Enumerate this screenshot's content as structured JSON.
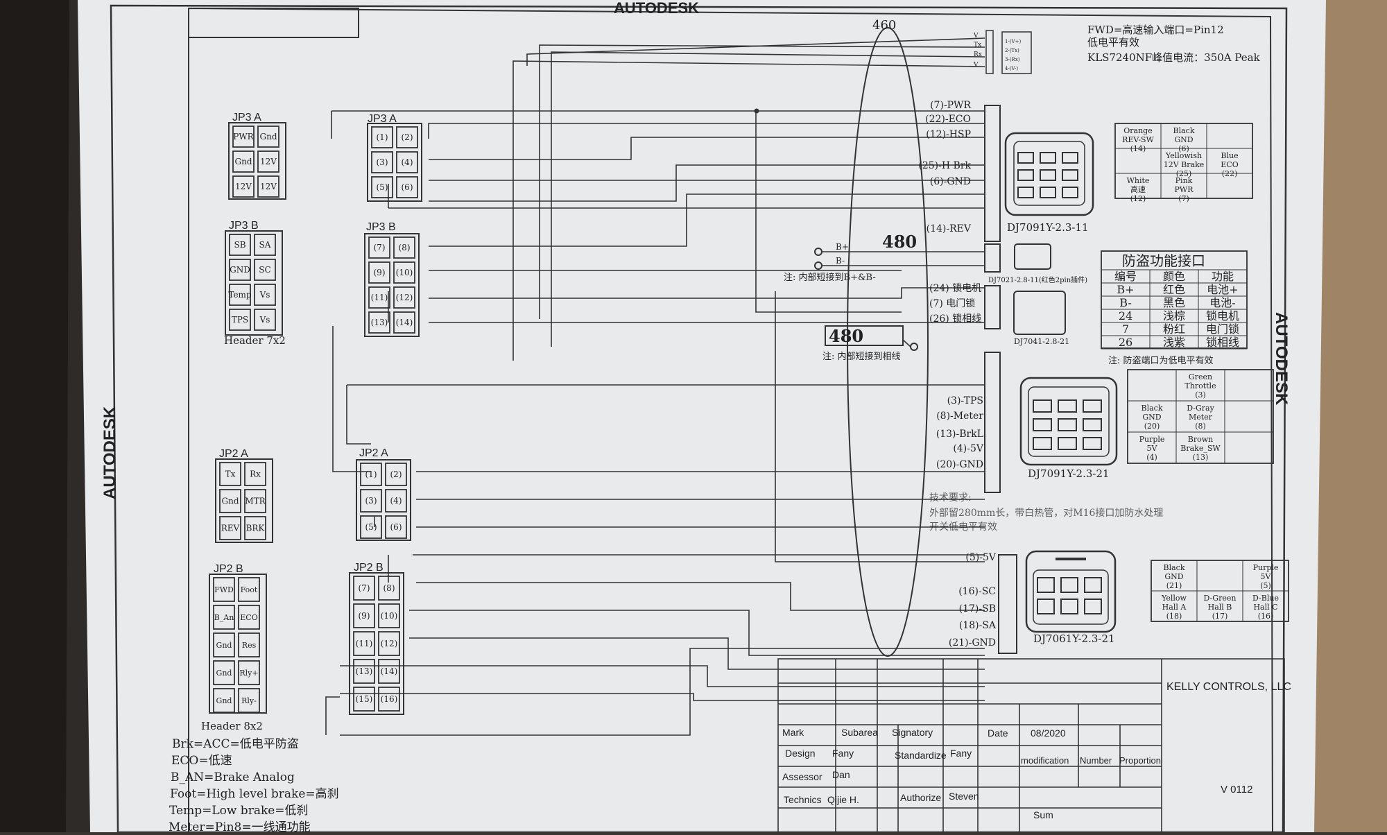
{
  "watermark": {
    "top": "AUTODESK",
    "left": "AUTODESK",
    "right": "AUTODESK"
  },
  "header_notes": {
    "line1": "FWD=高速输入端口=Pin12",
    "line2": "低电平有效",
    "line3": "KLS7240NF峰值电流：350A Peak"
  },
  "comm_labels": {
    "v1": "V",
    "tx": "Tx",
    "rx": "Rx",
    "v2": "V",
    "pins": [
      "1-(V+)",
      "2-(Tx)",
      "3-(Rx)",
      "4-(V-)"
    ]
  },
  "ellipse_label": "460",
  "jp3a_left": {
    "title": "JP3 A",
    "cells": [
      "PWR",
      "Gnd",
      "Gnd",
      "12V",
      "12V",
      "12V"
    ]
  },
  "jp3b_left": {
    "title": "JP3 B",
    "cells": [
      "SB",
      "SA",
      "GND",
      "SC",
      "Temp",
      "Vs",
      "TPS",
      "Vs"
    ],
    "footer": "Header 7x2"
  },
  "jp2a_left": {
    "title": "JP2 A",
    "cells": [
      "Tx",
      "Rx",
      "Gnd",
      "MTR",
      "REV",
      "BRK"
    ]
  },
  "jp2b_left": {
    "title": "JP2 B",
    "cells": [
      "FWD",
      "Foot",
      "B_An",
      "ECO",
      "Gnd",
      "Res",
      "Gnd",
      "Rly+",
      "Gnd",
      "Rly-"
    ],
    "footer": "Header 8x2"
  },
  "jp3a_right": {
    "title": "JP3 A",
    "cells": [
      "(1)",
      "(2)",
      "(3)",
      "(4)",
      "(5)",
      "(6)"
    ]
  },
  "jp3b_right": {
    "title": "JP3 B",
    "cells": [
      "(7)",
      "(8)",
      "(9)",
      "(10)",
      "(11)",
      "(12)",
      "(13)",
      "(14)"
    ]
  },
  "jp2a_right": {
    "title": "JP2 A",
    "cells": [
      "(1)",
      "(2)",
      "(3)",
      "(4)",
      "(5)",
      "(6)"
    ]
  },
  "jp2b_right": {
    "title": "JP2 B",
    "cells": [
      "(7)",
      "(8)",
      "(9)",
      "(10)",
      "(11)",
      "(12)",
      "(13)",
      "(14)",
      "(15)",
      "(16)"
    ]
  },
  "conn11": {
    "wires": [
      "(7)-PWR",
      "(22)-ECO",
      "(12)-HSP",
      "(25)-H Brk",
      "(6)-GND",
      "(14)-REV"
    ],
    "name": "DJ7091Y-2.3-11"
  },
  "conn11_table": [
    "Orange\nREV-SW\n(14)",
    "Black\nGND\n(6)",
    "",
    "",
    "Yellowish\n12V Brake\n(25)",
    "Blue\nECO\n(22)",
    "White\n高速\n(12)",
    "Pink\nPWR\n(7)",
    ""
  ],
  "conn2pin": {
    "bplus": "B+",
    "bminus": "B-",
    "num": "480",
    "note": "注: 内部短接到B+&B-",
    "name": "DJ7021-2.8-11(红色2pin插件)"
  },
  "conn_lock": {
    "wires": [
      "(24) 锁电机",
      "(7) 电门锁",
      "(26) 锁相线"
    ],
    "name": "DJ7041-2.8-21",
    "num": "480",
    "note": "注: 内部短接到相线"
  },
  "anti_theft": {
    "title": "防盗功能接口",
    "headers": [
      "编号",
      "颜色",
      "功能"
    ],
    "rows": [
      [
        "B+",
        "红色",
        "电池+"
      ],
      [
        "B-",
        "黑色",
        "电池-"
      ],
      [
        "24",
        "浅棕",
        "锁电机"
      ],
      [
        "7",
        "粉红",
        "电门锁"
      ],
      [
        "26",
        "浅紫",
        "锁相线"
      ]
    ],
    "note": "注: 防盗端口为低电平有效"
  },
  "conn21": {
    "wires": [
      "(3)-TPS",
      "(8)-Meter",
      "(13)-BrkL",
      "(4)-5V",
      "(20)-GND"
    ],
    "name": "DJ7091Y-2.3-21"
  },
  "conn21_table": [
    "",
    "Green\nThrottle\n(3)",
    "",
    "Black\nGND\n(20)",
    "D-Gray\nMeter\n(8)",
    "",
    "Purple\n5V\n(4)",
    "Brown\nBrake_SW\n(13)",
    ""
  ],
  "tech_req": {
    "line1": "技术要求:",
    "line2": "外部留280mm长，带白热管，对M16接口加防水处理",
    "line3": "开关低电平有效"
  },
  "conn61": {
    "wires": [
      "(5)-5V",
      "(16)-SC",
      "(17)-SB",
      "(18)-SA",
      "(21)-GND"
    ],
    "name": "DJ7061Y-2.3-21"
  },
  "conn61_table": [
    "Black\nGND\n(21)",
    "",
    "Purple\n5V\n(5)",
    "Yellow\nHall A\n(18)",
    "D-Green\nHall B\n(17)",
    "D-Blue\nHall C\n(16)"
  ],
  "title_block": {
    "company": "KELLY CONTROLS, LLC",
    "mark": "Mark",
    "subarea": "Subarea",
    "signatory": "Signatory",
    "date_label": "Date",
    "date_value": "08/2020",
    "design": "Design",
    "design_name": "Fany",
    "standardize": "Standardize",
    "standardize_name": "Fany",
    "assessor": "Assessor",
    "assessor_name": "Dan",
    "technics": "Technics",
    "technics_name": "Qijie H.",
    "authorize": "Authorize",
    "authorize_name": "Steven",
    "modification": "modification",
    "number": "Number",
    "proportion": "Proportion",
    "version": "V 0112",
    "sum": "Sum"
  },
  "bottom_notes": [
    "Brk=ACC=低电平防盗",
    "ECO=低速",
    "B_AN=Brake Analog",
    "Foot=High level brake=高刹",
    "Temp=Low brake=低刹",
    "Meter=Pin8=一线通功能"
  ]
}
